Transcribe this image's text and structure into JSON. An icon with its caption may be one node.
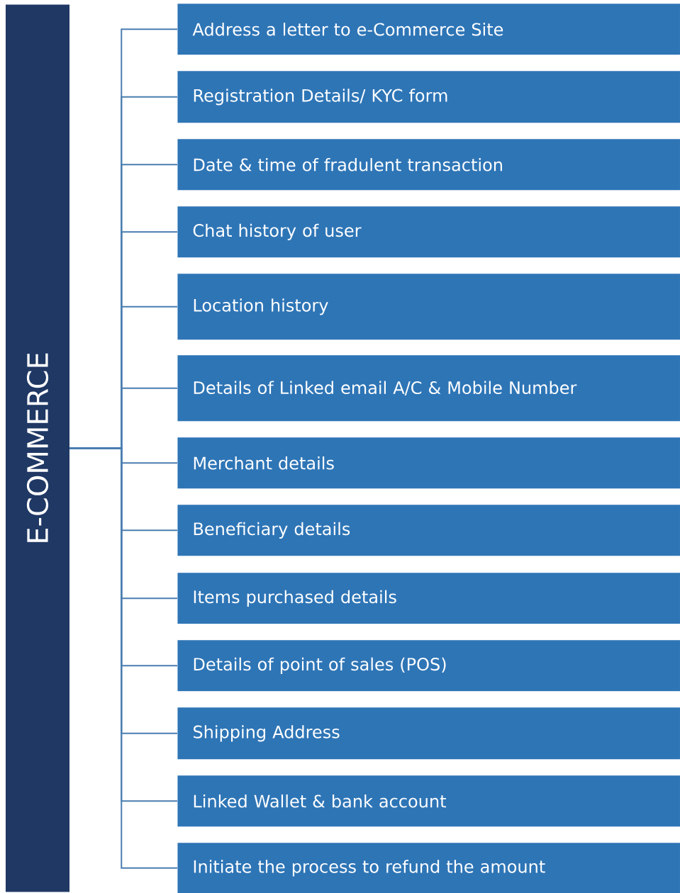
{
  "diagram": {
    "nodes": [
      {
        "text": [
          "E-COMMERCE"
        ]
      },
      {
        "text": [
          "Address a letter to e-Commerce Site"
        ]
      },
      {
        "text": [
          "Registration Details/ KYC form"
        ]
      },
      {
        "text": [
          "Date & time of fradulent transaction"
        ]
      },
      {
        "text": [
          "Chat history of user"
        ]
      },
      {
        "text": [
          "Location history"
        ]
      },
      {
        "text": [
          "Details of Linked email A/C & Mobile Number"
        ]
      },
      {
        "text": [
          "Merchant details"
        ]
      },
      {
        "text": [
          "Beneficiary details"
        ]
      },
      {
        "text": [
          "Items purchased details"
        ]
      },
      {
        "text": [
          "Details of point of sales (POS)"
        ]
      },
      {
        "text": [
          "Shipping Address"
        ]
      },
      {
        "text": [
          "Linked Wallet & bank account"
        ]
      },
      {
        "text": [
          "Initiate the process to refund the amount"
        ]
      }
    ],
    "edges": [
      {
        "from": 0,
        "to": 1,
        "arrow": "none"
      },
      {
        "from": 0,
        "to": 2,
        "arrow": "none"
      },
      {
        "from": 0,
        "to": 3,
        "arrow": "none"
      },
      {
        "from": 0,
        "to": 4,
        "arrow": "none"
      },
      {
        "from": 0,
        "to": 5,
        "arrow": "none"
      },
      {
        "from": 0,
        "to": 6,
        "arrow": "none"
      },
      {
        "from": 0,
        "to": 7,
        "arrow": "none"
      },
      {
        "from": 0,
        "to": 8,
        "arrow": "none"
      },
      {
        "from": 0,
        "to": 9,
        "arrow": "none"
      },
      {
        "from": 0,
        "to": 10,
        "arrow": "none"
      },
      {
        "from": 0,
        "to": 11,
        "arrow": "none"
      },
      {
        "from": 0,
        "to": 12,
        "arrow": "none"
      },
      {
        "from": 0,
        "to": 13,
        "arrow": "none"
      }
    ]
  }
}
